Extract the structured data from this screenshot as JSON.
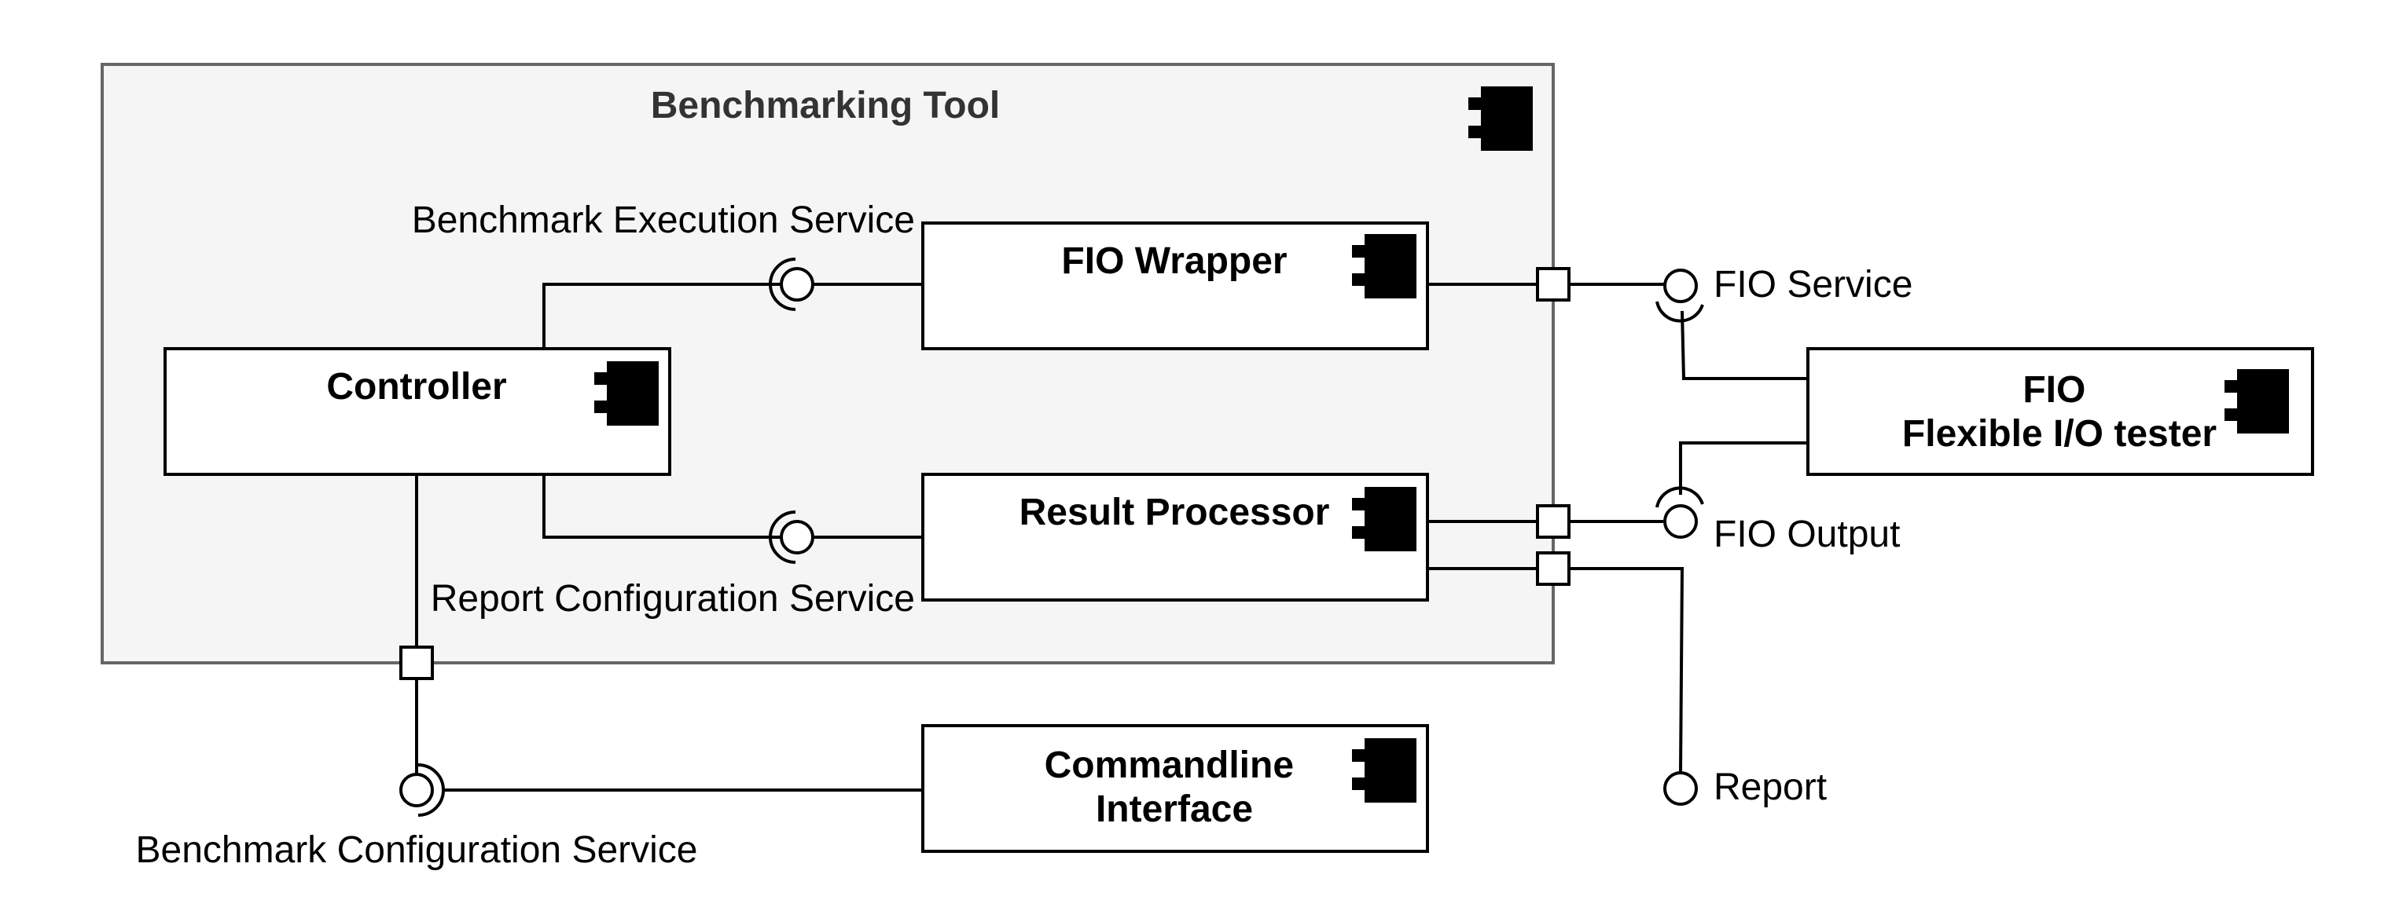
{
  "package": {
    "title": "Benchmarking Tool"
  },
  "components": {
    "controller": "Controller",
    "fio_wrapper": "FIO Wrapper",
    "result_processor": "Result Processor",
    "commandline_interface": [
      "Commandline",
      "Interface"
    ],
    "fio": [
      "FIO",
      "Flexible I/O tester"
    ]
  },
  "interfaces": {
    "benchmark_execution_service": "Benchmark Execution Service",
    "report_configuration_service": "Report Configuration Service",
    "benchmark_configuration_service": "Benchmark Configuration Service",
    "fio_service": "FIO Service",
    "fio_output": "FIO Output",
    "report": "Report"
  },
  "icons": {
    "component": "component-icon",
    "port": "port-square",
    "provided_interface": "lollipop-circle",
    "required_interface": "socket-arc"
  },
  "colors": {
    "package_fill": "#f5f5f5",
    "package_border": "#666666",
    "package_title": "#333333",
    "line": "#000000"
  }
}
